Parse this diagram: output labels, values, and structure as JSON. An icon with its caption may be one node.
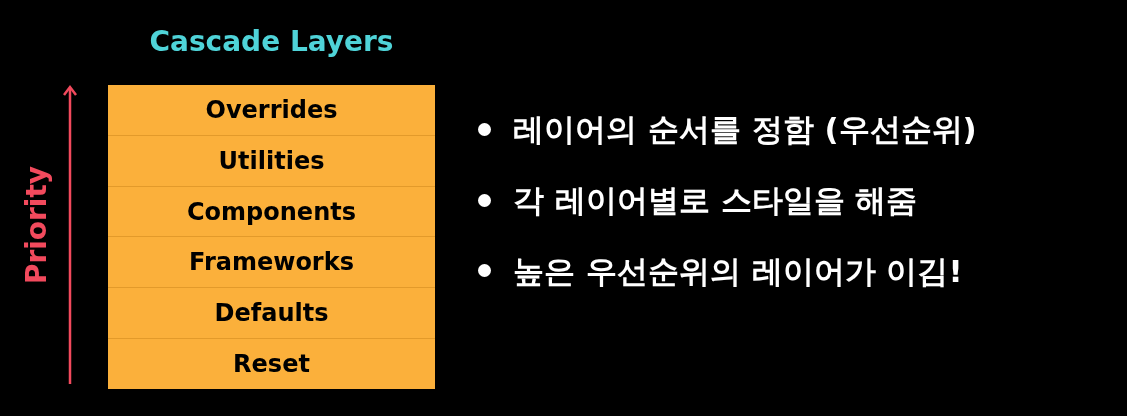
{
  "diagram": {
    "title": "Cascade Layers",
    "nodes": [
      {
        "text": [
          "Overrides"
        ]
      },
      {
        "text": [
          "Utilities"
        ]
      },
      {
        "text": [
          "Components"
        ]
      },
      {
        "text": [
          "Frameworks"
        ]
      },
      {
        "text": [
          "Defaults"
        ]
      },
      {
        "text": [
          "Reset"
        ]
      }
    ],
    "edges": [],
    "labels": [
      "Priority",
      "레이어의 순서를 정함 (우선순위)",
      "각 레이어별로 스타일을 해줌",
      "높은 우선순위의 레이어가 이김!"
    ]
  }
}
